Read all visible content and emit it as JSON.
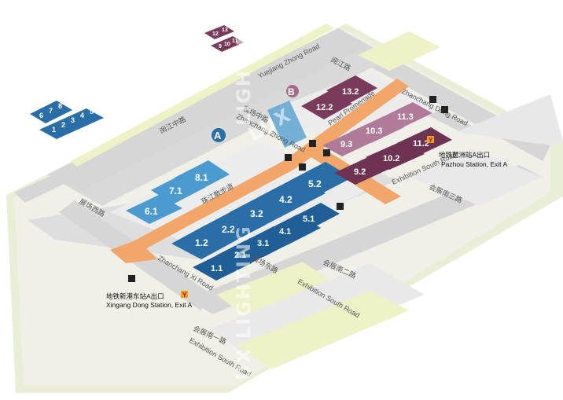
{
  "map": {
    "zones": [
      {
        "id": "A",
        "label": "A"
      },
      {
        "id": "B",
        "label": "B"
      }
    ],
    "halls_a": [
      {
        "id": "h11",
        "label": "1.1"
      },
      {
        "id": "h21",
        "label": "2.1"
      },
      {
        "id": "h31",
        "label": "3.1"
      },
      {
        "id": "h41",
        "label": "4.1"
      },
      {
        "id": "h51",
        "label": "5.1"
      },
      {
        "id": "h12",
        "label": "1.2"
      },
      {
        "id": "h22",
        "label": "2.2"
      },
      {
        "id": "h32",
        "label": "3.2"
      },
      {
        "id": "h42",
        "label": "4.2"
      },
      {
        "id": "h52",
        "label": "5.2"
      },
      {
        "id": "h61",
        "label": "6.1"
      },
      {
        "id": "h71",
        "label": "7.1"
      },
      {
        "id": "h81",
        "label": "8.1"
      }
    ],
    "halls_b": [
      {
        "id": "b92",
        "label": "9.2"
      },
      {
        "id": "b102",
        "label": "10.2"
      },
      {
        "id": "b112",
        "label": "11.2"
      },
      {
        "id": "b93",
        "label": "9.3"
      },
      {
        "id": "b103",
        "label": "10.3"
      },
      {
        "id": "b113",
        "label": "11.3"
      },
      {
        "id": "b122",
        "label": "12.2"
      },
      {
        "id": "b132",
        "label": "13.2"
      }
    ],
    "inset_a": {
      "top": [
        "6",
        "7",
        "8"
      ],
      "bottom": [
        "1",
        "2",
        "3",
        "4",
        "5"
      ]
    },
    "inset_b": {
      "top": [
        "12",
        "13"
      ],
      "bottom": [
        "9",
        "10",
        "11"
      ]
    },
    "roads": {
      "yuejiang_zhong": "Yuejiang Zhong Road",
      "yuejiang_cn": "阅江中路",
      "pearl_promenade": "Pearl Promenade",
      "pearl_cn": "珠江散步道",
      "zhanchang_dong": "Zhanchang Dong Road",
      "zhanchang_xi": "Zhanchang Xi Road",
      "zhanchang_zhong": "Zhanchang Zhong Road",
      "exhibition_south_1": "Exhibition South Road",
      "exhibition_south_2": "Exhibition South Road",
      "exhibition_south_3": "Exhibition South Road",
      "exhibition_south_cn_1": "会展南三路",
      "exhibition_south_cn_2": "会展南二路",
      "exhibition_south_cn_3": "会展南一路",
      "zhanchang_zhong_cn": "展场中路",
      "zhanchang_dong_cn": "展场东路",
      "zhanchang_xi_cn": "展场西路",
      "yuejiang_cn2": "阅江路"
    },
    "stations": {
      "pazhou_cn": "地铁琶洲站A出口",
      "pazhou_en": "Pazhou Station, Exit A",
      "xingang_cn": "地铁新港东站A出口",
      "xingang_en": "Xingang Dong Station, Exit A"
    },
    "watermark": {
      "h": "LUX",
      "v1": "LIGHTING",
      "v2": "LUX LIGHTING",
      "v3": "LIGHTING"
    },
    "colors": {
      "hall_a": "#2a6ea8",
      "hall_a_light": "#4b9bd0",
      "hall_b": "#7a3a5a",
      "hall_b_light": "#a46a8a",
      "promenade": "#f2a66a",
      "road": "#d9d9d9",
      "grass": "#e2eccf",
      "land": "#f3f2e4"
    }
  }
}
